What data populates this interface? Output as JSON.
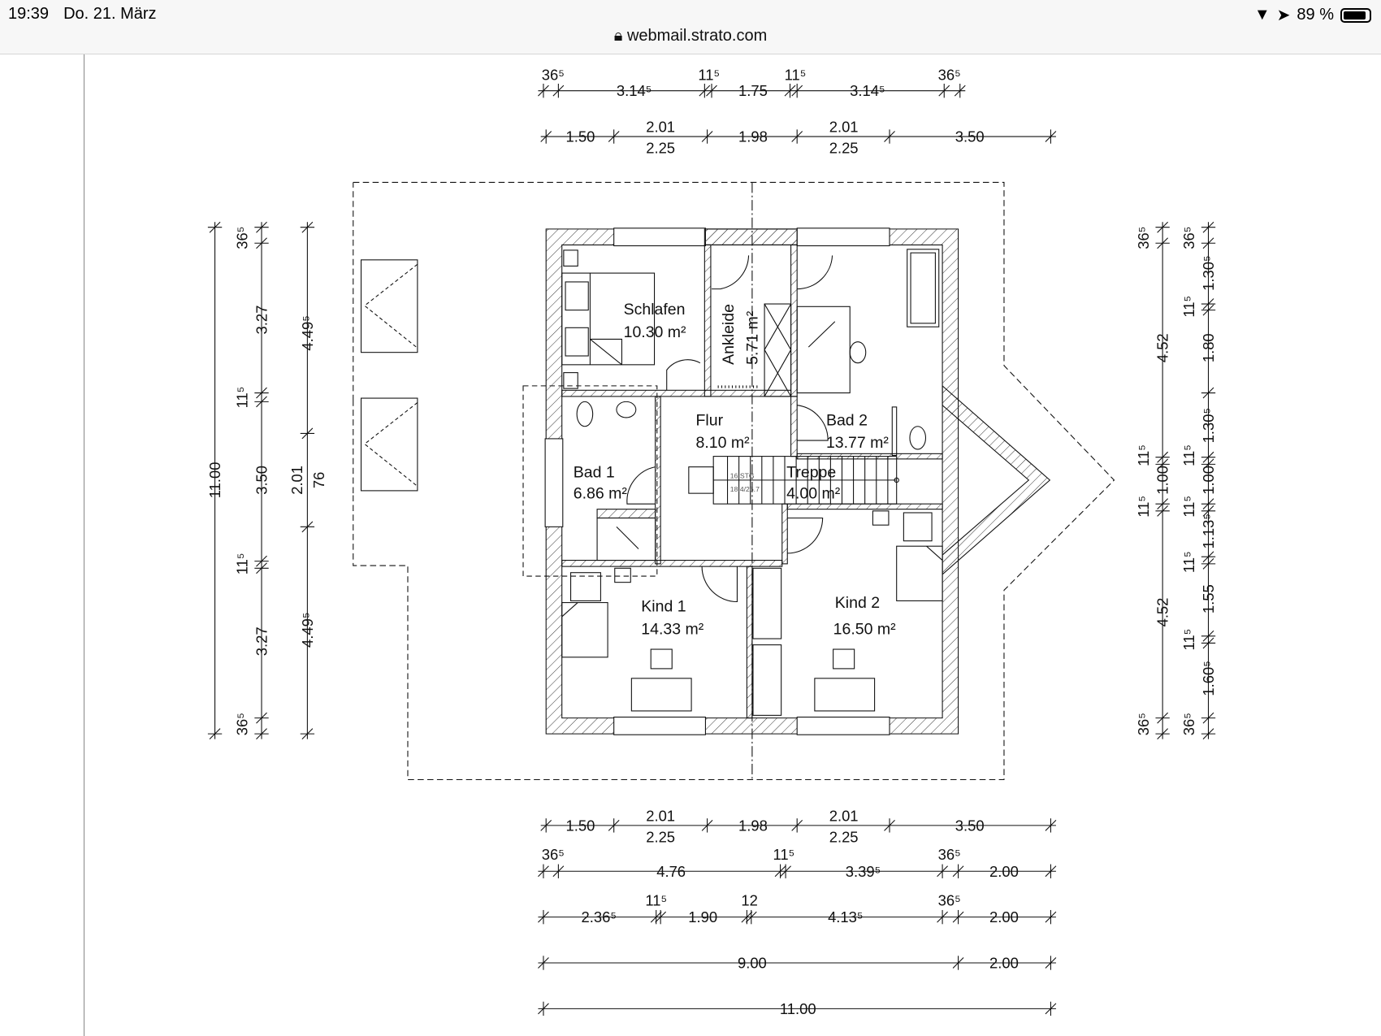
{
  "status_bar": {
    "time": "19:39",
    "date": "Do. 21. März",
    "battery": "89 %",
    "battery_level": 0.89
  },
  "browser": {
    "url": "webmail.strato.com"
  },
  "rooms": [
    {
      "name": "Schlafen",
      "area": "10.30 m²"
    },
    {
      "name": "Ankleide",
      "area": "5.71 m²"
    },
    {
      "name": "Bad 2",
      "area": "13.77 m²"
    },
    {
      "name": "Flur",
      "area": "8.10 m²"
    },
    {
      "name": "Bad 1",
      "area": "6.86 m²"
    },
    {
      "name": "Treppe",
      "area": "4.00 m²"
    },
    {
      "name": "Kind 1",
      "area": "14.33 m²"
    },
    {
      "name": "Kind 2",
      "area": "16.50 m²"
    }
  ],
  "stair": {
    "steps": "16 STG",
    "ratio": "18.4/26.7"
  },
  "dims": {
    "top1": [
      "36⁵",
      "3.14⁵",
      "11⁵",
      "1.75",
      "11⁵",
      "3.14⁵",
      "36⁵"
    ],
    "top2": [
      "1.50",
      "2.01",
      "2.25",
      "1.98",
      "2.01",
      "2.25",
      "3.50"
    ],
    "bot1": [
      "1.50",
      "2.01",
      "2.25",
      "1.98",
      "2.01",
      "2.25",
      "3.50"
    ],
    "bot2": [
      "36⁵",
      "4.76",
      "11⁵",
      "3.39⁵",
      "36⁵",
      "2.00"
    ],
    "bot3": [
      "2.36⁵",
      "11⁵",
      "1.90",
      "12",
      "4.13⁵",
      "36⁵",
      "2.00"
    ],
    "bot4": [
      "9.00",
      "2.00"
    ],
    "bot5": [
      "11.00"
    ],
    "left1": [
      "11.00"
    ],
    "left2": [
      "36⁵",
      "3.27",
      "11⁵",
      "3.50",
      "11⁵",
      "3.27",
      "36⁵"
    ],
    "left3": [
      "4.49⁵",
      "2.01",
      "76",
      "4.49⁵"
    ],
    "right1": [
      "36⁵",
      "4.52",
      "11⁵",
      "1.00",
      "11⁵",
      "4.52",
      "36⁵"
    ],
    "right2": [
      "36⁵",
      "1.30⁵",
      "11⁵",
      "1.80",
      "1.30⁵",
      "11⁵",
      "1.00",
      "11⁵",
      "1.13⁵",
      "11⁵",
      "1.55",
      "11⁵",
      "1.60⁵",
      "36⁵"
    ]
  }
}
